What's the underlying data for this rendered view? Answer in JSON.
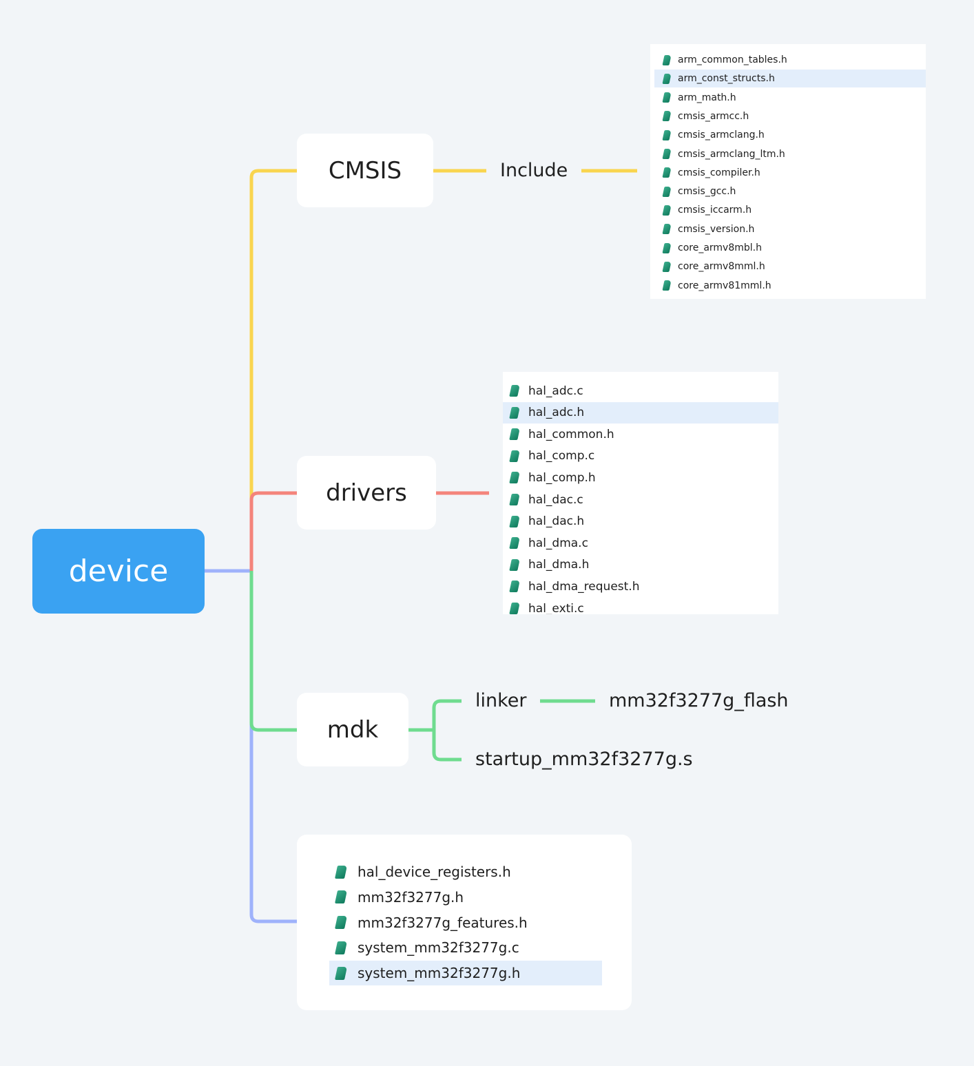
{
  "root": {
    "label": "device"
  },
  "colors": {
    "root_fill": "#3aa2f2",
    "cmsis_branch": "#f9d54f",
    "drivers_branch": "#f4847b",
    "mdk_branch": "#6fdc8f",
    "root_trunk": "#9fb2fb",
    "background": "#f2f5f8",
    "selected_row": "#e3eefb",
    "file_icon": "#1e8a68"
  },
  "branches": {
    "cmsis": {
      "label": "CMSIS",
      "child_label": "Include",
      "files": [
        "arm_common_tables.h",
        "arm_const_structs.h",
        "arm_math.h",
        "cmsis_armcc.h",
        "cmsis_armclang.h",
        "cmsis_armclang_ltm.h",
        "cmsis_compiler.h",
        "cmsis_gcc.h",
        "cmsis_iccarm.h",
        "cmsis_version.h",
        "core_armv8mbl.h",
        "core_armv8mml.h",
        "core_armv81mml.h"
      ],
      "selected_file": "arm_const_structs.h"
    },
    "drivers": {
      "label": "drivers",
      "files": [
        "hal_adc.c",
        "hal_adc.h",
        "hal_common.h",
        "hal_comp.c",
        "hal_comp.h",
        "hal_dac.c",
        "hal_dac.h",
        "hal_dma.c",
        "hal_dma.h",
        "hal_dma_request.h",
        "hal_exti.c"
      ],
      "selected_file": "hal_adc.h"
    },
    "mdk": {
      "label": "mdk",
      "linker_label": "linker",
      "linker_file": "mm32f3277g_flash",
      "startup_file": "startup_mm32f3277g.s"
    },
    "device_files": {
      "files": [
        "hal_device_registers.h",
        "mm32f3277g.h",
        "mm32f3277g_features.h",
        "system_mm32f3277g.c",
        "system_mm32f3277g.h"
      ],
      "selected_file": "system_mm32f3277g.h"
    }
  }
}
